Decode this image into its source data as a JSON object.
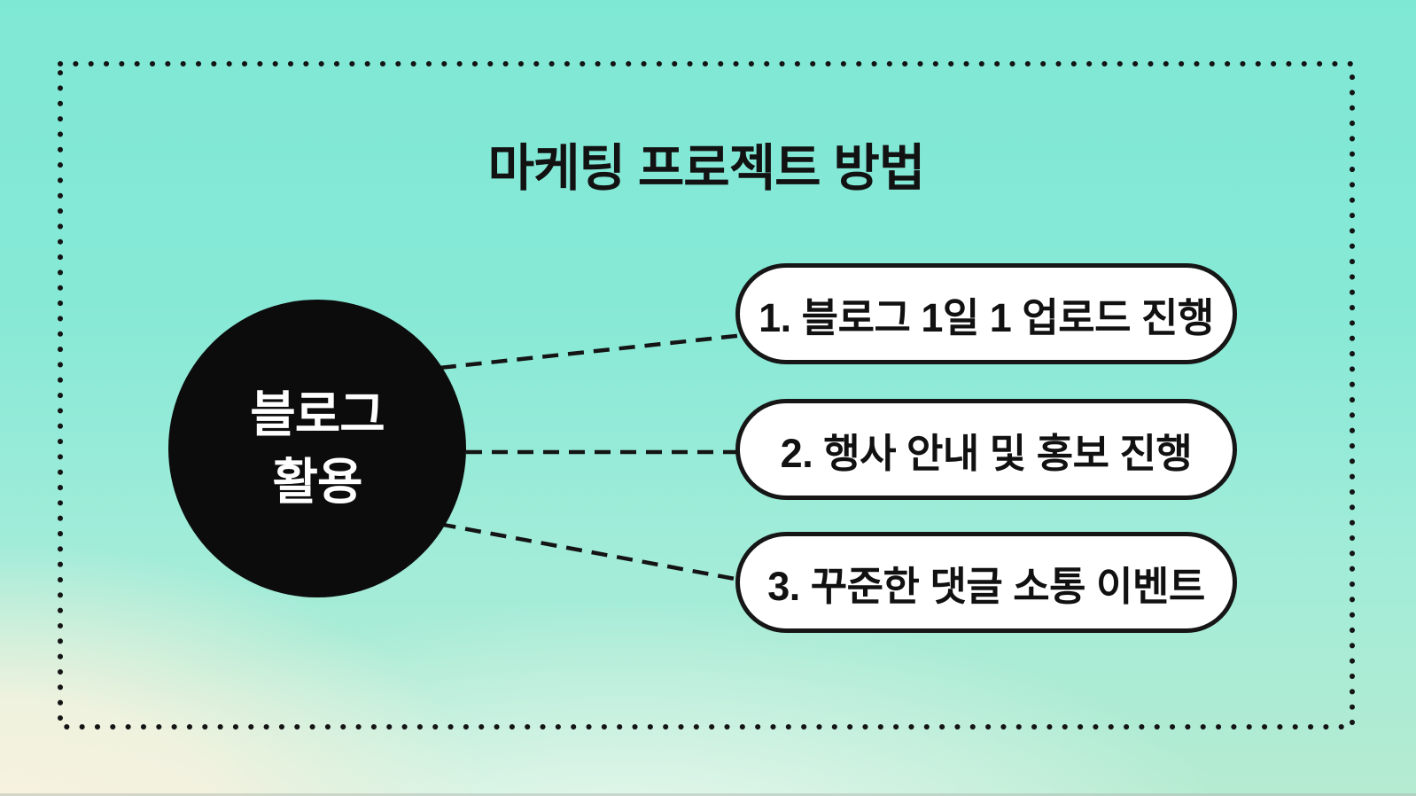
{
  "colors": {
    "background_top_teal": "#7fe8d5",
    "background_bottom_mint": "#b5ebd1",
    "background_bottom_left_cream": "#f9f3e0",
    "ink": "#141414",
    "hub_fill": "#0c0c0c",
    "hub_text": "#ffffff",
    "pill_fill": "#ffffff"
  },
  "diagram": {
    "title": "마케팅 프로젝트 방법",
    "hub": {
      "label": "블로그\n활용"
    },
    "items": [
      {
        "label": "1. 블로그 1일 1 업로드 진행"
      },
      {
        "label": "2. 행사 안내 및 홍보 진행"
      },
      {
        "label": "3. 꾸준한 댓글 소통 이벤트"
      }
    ]
  }
}
